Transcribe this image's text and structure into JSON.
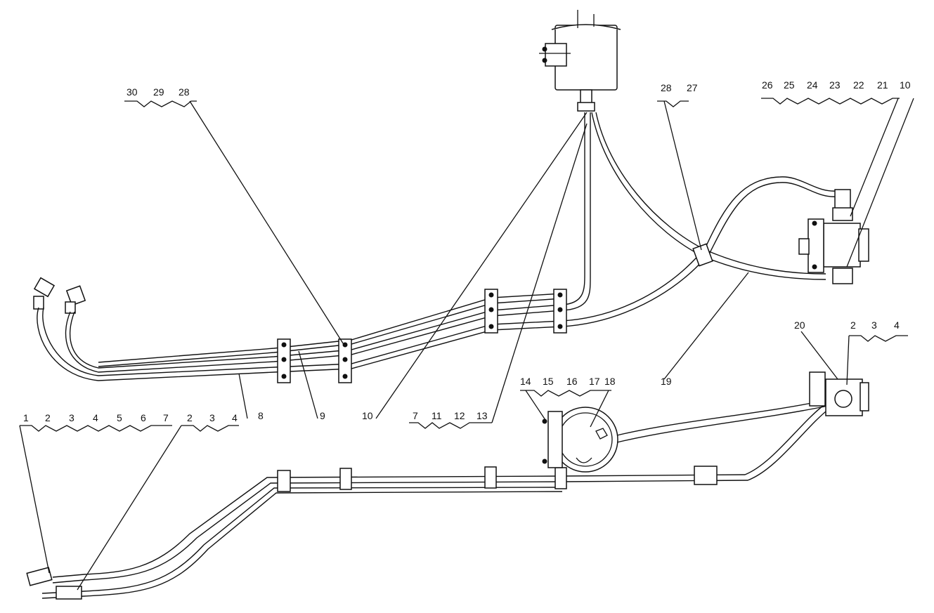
{
  "callouts": {
    "top_left": [
      "30",
      "29",
      "28"
    ],
    "top_mid": [
      "28",
      "27"
    ],
    "top_right": [
      "26",
      "25",
      "24",
      "23",
      "22",
      "21",
      "10"
    ],
    "left_mid": [
      "8",
      "9",
      "10"
    ],
    "group_11": [
      "7",
      "11",
      "12",
      "13"
    ],
    "filter": [
      "14",
      "15",
      "16",
      "17",
      "18"
    ],
    "pump": [
      "20",
      "2",
      "3",
      "4"
    ],
    "hose_19": [
      "19"
    ],
    "bottom_left_a": [
      "1",
      "2",
      "3",
      "4",
      "5",
      "6",
      "7"
    ],
    "bottom_left_b": [
      "2",
      "3",
      "4"
    ]
  }
}
